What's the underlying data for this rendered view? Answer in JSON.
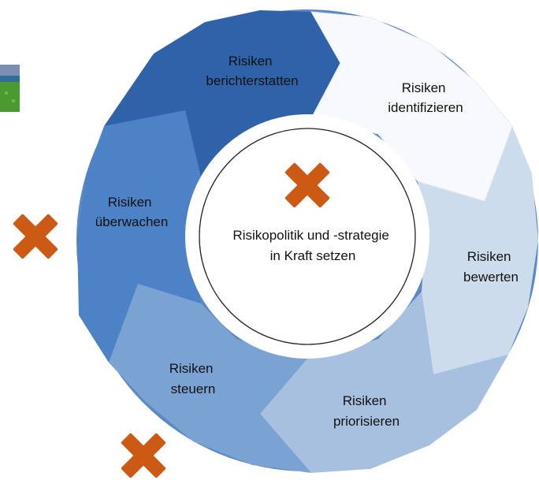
{
  "center": {
    "line1": "Risikopolitik und -strategie",
    "line2": "in Kraft setzen"
  },
  "segments": [
    {
      "id": "berichterstatten",
      "line1": "Risiken",
      "line2": "berichterstatten",
      "color": "#2f62a8"
    },
    {
      "id": "identifizieren",
      "line1": "Risiken",
      "line2": "identifizieren",
      "color": "#f7f9fc"
    },
    {
      "id": "bewerten",
      "line1": "Risiken",
      "line2": "bewerten",
      "color": "#cddcec"
    },
    {
      "id": "priorisieren",
      "line1": "Risiken",
      "line2": "priorisieren",
      "color": "#a7c0df"
    },
    {
      "id": "steuern",
      "line1": "Risiken",
      "line2": "steuern",
      "color": "#7aa2d2"
    },
    {
      "id": "ueberwachen",
      "line1": "Risiken",
      "line2": "überwachen",
      "color": "#4d82c6"
    }
  ],
  "colors": {
    "ring_background": "#5b89c4",
    "center_fill": "#ffffff",
    "cross": "#cc5a14"
  },
  "icons": [
    "cross-mark-icon",
    "cross-mark-icon",
    "cross-mark-icon",
    "landscape-thumbnail-icon"
  ]
}
